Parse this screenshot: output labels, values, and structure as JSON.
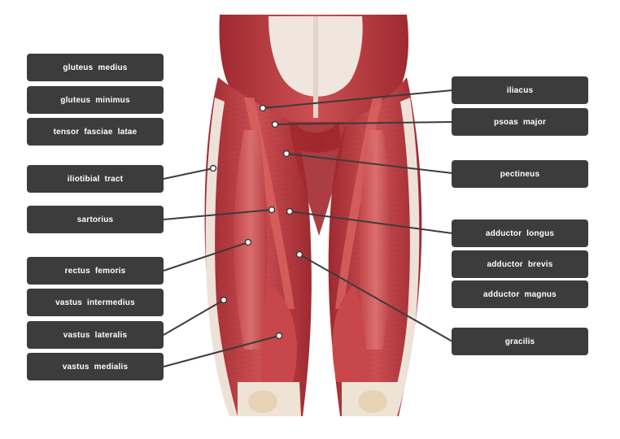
{
  "labels": {
    "gluteus_medius": "gluteus medius",
    "gluteus_minimus": "gluteus minimus",
    "tensor_fasciae_latae": "tensor fasciae latae",
    "iliotibial_tract": "iliotibial tract",
    "sartorius": "sartorius",
    "rectus_femoris": "rectus femoris",
    "vastus_intermedius": "vastus intermedius",
    "vastus_lateralis": "vastus lateralis",
    "vastus_medialis": "vastus medialis",
    "iliacus": "iliacus",
    "psoas_major": "psoas major",
    "pectineus": "pectineus",
    "adductor_longus": "adductor longus",
    "adductor_brevis": "adductor brevis",
    "adductor_magnus": "adductor magnus",
    "gracilis": "gracilis"
  },
  "colors": {
    "label_bg": "#3c3c3c",
    "label_text": "#ffffff",
    "leader_line": "#3c3c3c",
    "muscle": "#b9383c",
    "tendon": "#efe3d6"
  }
}
